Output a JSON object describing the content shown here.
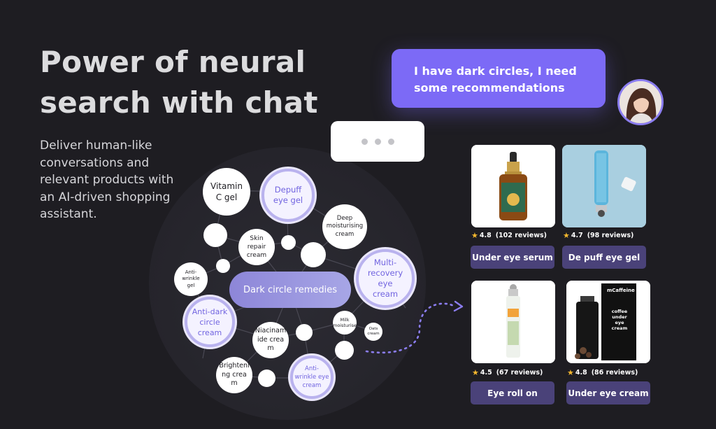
{
  "headline": "Power of neural search with chat",
  "subcopy": "Deliver human-like conversations and relevant products with an AI-driven shopping assistant.",
  "network": {
    "center": "Dark circle remedies",
    "nodes": {
      "vitamin_c": "Vitamin C gel",
      "depuff": "Depuff eye gel",
      "deep_moist": "Deep moisturising cream",
      "skin_repair": "Skin repair cream",
      "anti_wrinkle_gel": "Anti-wrinkle gel",
      "multi_recovery": "Multi-recovery eye cream",
      "anti_dark": "Anti-dark circle cream",
      "milk": "Milk moisturiser",
      "oats": "Oats cream",
      "niacinamide": "Niacinamide cream",
      "brightening": "Brightening cream",
      "anti_wrinkle_eye": "Anti-wrinkle eye cream"
    }
  },
  "chat": {
    "user_message": "I have dark circles, I need some recommendations"
  },
  "products": [
    {
      "rating": "4.8",
      "reviews": "(102 reviews)",
      "label": "Under eye serum"
    },
    {
      "rating": "4.7",
      "reviews": "(98 reviews)",
      "label": "De puff eye gel"
    },
    {
      "rating": "4.5",
      "reviews": "(67 reviews)",
      "label": "Eye roll on"
    },
    {
      "rating": "4.8",
      "reviews": "(86 reviews)",
      "label": "Under eye cream"
    }
  ],
  "product_image_text": {
    "p4_brand": "mCaffeine",
    "p4_text": "coffee under eye cream"
  },
  "colors": {
    "background": "#1e1d22",
    "accent": "#7c6af6",
    "button": "#4a4279",
    "star": "#f5b82e"
  }
}
